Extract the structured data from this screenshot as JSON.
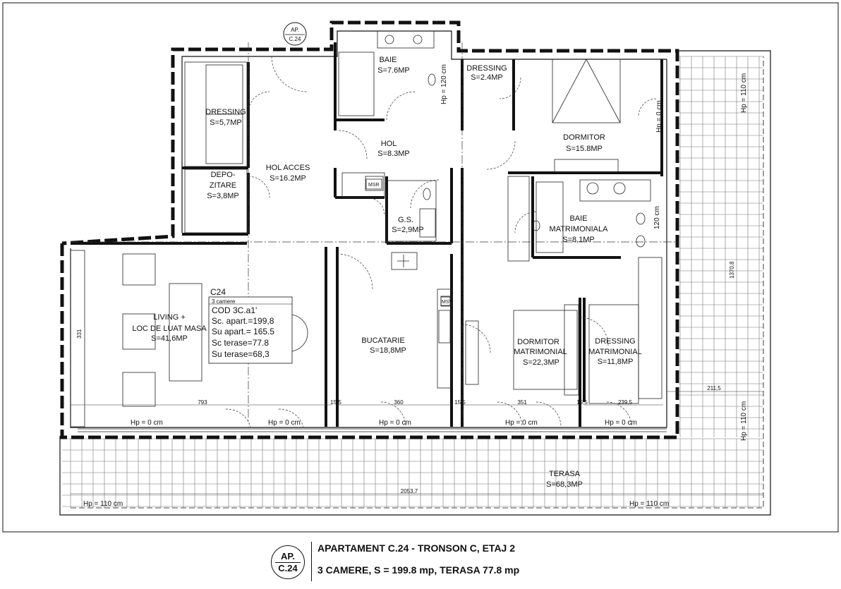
{
  "plan_marker": {
    "line1": "AP.",
    "line2": "C.24"
  },
  "rooms": {
    "baie": {
      "name": "BAIE",
      "area": "S=7.6MP"
    },
    "dressing_small": {
      "name": "DRESSING",
      "area": "S=2.4MP"
    },
    "dressing_left": {
      "name": "DRESSING",
      "area": "S=5,7MP"
    },
    "depozitare": {
      "name1": "DEPO-",
      "name2": "ZITARE",
      "area": "S=3,8MP"
    },
    "hol_acces": {
      "name": "HOL ACCES",
      "area": "S=16.2MP"
    },
    "hol": {
      "name": "HOL",
      "area": "S=8.3MP"
    },
    "dormitor": {
      "name": "DORMITOR",
      "area": "S=15.8MP"
    },
    "gs": {
      "name": "G.S.",
      "area": "S=2,9MP"
    },
    "baie_matrimoniala": {
      "name1": "BAIE",
      "name2": "MATRIMONIALA",
      "area": "S=8,1MP"
    },
    "living": {
      "name1": "LIVING +",
      "name2": "LOC DE LUAT MASA",
      "area": "S=41,6MP"
    },
    "bucatarie": {
      "name": "BUCATARIE",
      "area": "S=18,8MP"
    },
    "dormitor_matrimonial": {
      "name1": "DORMITOR",
      "name2": "MATRIMONIAL",
      "area": "S=22,3MP"
    },
    "dressing_matrimonial": {
      "name1": "DRESSING",
      "name2": "MATRIMONIAL",
      "area": "S=11,8MP"
    },
    "terasa": {
      "name": "TERASA",
      "area": "S=68,3MP"
    }
  },
  "info_box": {
    "code": "C24",
    "rooms_count": "3 camere",
    "cod": "COD 3C.a1'",
    "sc_apart": "Sc. apart.=199,8",
    "su_apart": "Su apart.= 165.5",
    "sc_terase": "Sc terase=77.8",
    "su_terase": "Su terase=68,3"
  },
  "hp_labels": {
    "zero": "Hp = 0 cm",
    "high": "Hp = 110 cm",
    "zero_v": "Hp = 0 cm",
    "high_v": "Hp = 110 cm",
    "v120": "120 cm",
    "v120b": "Hp = 120 cm"
  },
  "dimensions": {
    "d793": "793",
    "d155a": "15,5",
    "d360": "360",
    "d155b": "15,5",
    "d351": "351",
    "d155c": "15,5",
    "d2395": "239,5",
    "d2115": "211,5",
    "d20537": "2053,7",
    "d13708": "1370,8",
    "d331": "331"
  },
  "equipment": {
    "msr": "MSR",
    "msv": "MSV"
  },
  "footer": {
    "marker_line1": "AP.",
    "marker_line2": "C.24",
    "line1": "APARTAMENT  C.24  - TRONSON  C, ETAJ  2",
    "line2": "3 CAMERE,   S = 199.8 mp,  TERASA   77.8 mp"
  }
}
